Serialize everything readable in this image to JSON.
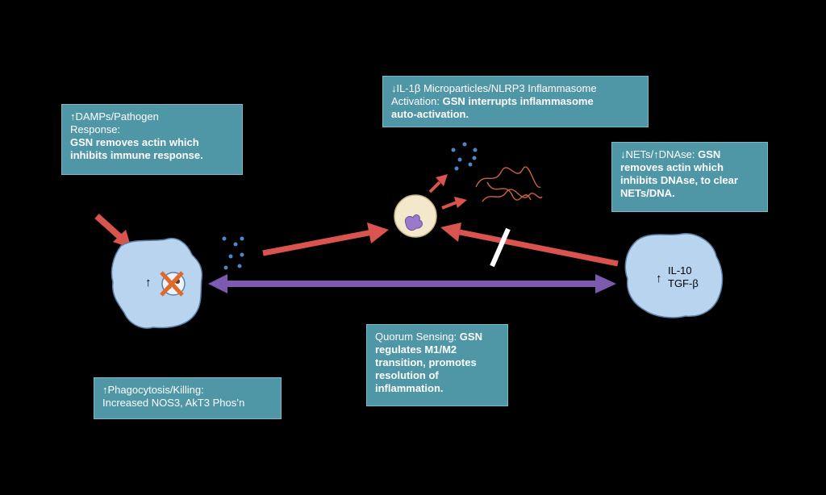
{
  "colors": {
    "background": "#000000",
    "box_fill": "#4f96a6",
    "cell_fill": "#b8d4ee",
    "cell_stroke": "#5c7fa8",
    "red_arrow": "#d9534f",
    "purple_arrow": "#7b5ab0",
    "particles": "#4f86c6",
    "nets": "#c8643c"
  },
  "boxes": {
    "damps": {
      "line1": "↑DAMPs/Pathogen",
      "line2": "Response:",
      "line3": "GSN removes actin which",
      "line4": "inhibits immune response."
    },
    "il1b": {
      "line1_a": "↓IL-1β Microparticles/NLRP3 Inflammasome",
      "line2_a": "Activation: ",
      "line2_b": "GSN interrupts inflammasome",
      "line3": "auto-activation."
    },
    "nets": {
      "line1_a": "↓NETs/↑DNAse: ",
      "line1_b": "GSN",
      "line2": "removes actin which",
      "line3": "inhibits DNAse, to clear",
      "line4": "NETs/DNA."
    },
    "quorum": {
      "line1_a": "Quorum Sensing: ",
      "line1_b": "GSN",
      "line2": "regulates M1/M2",
      "line3": "transition, promotes",
      "line4": "resolution of",
      "line5": "inflammation."
    },
    "phago": {
      "line1": "↑Phagocytosis/Killing:",
      "line2": "Increased NOS3, AkT3 Phos’n"
    }
  },
  "cells": {
    "left_arrow_glyph": "↑",
    "right_arrow_glyph": "↑",
    "right_label1": "IL-10",
    "right_label2": "TGF-β"
  },
  "icons": {
    "left_cell": "x-marked-organelle-icon",
    "center_cell": "inflammasome-icon",
    "inhibition": "inhibition-bar-icon"
  }
}
